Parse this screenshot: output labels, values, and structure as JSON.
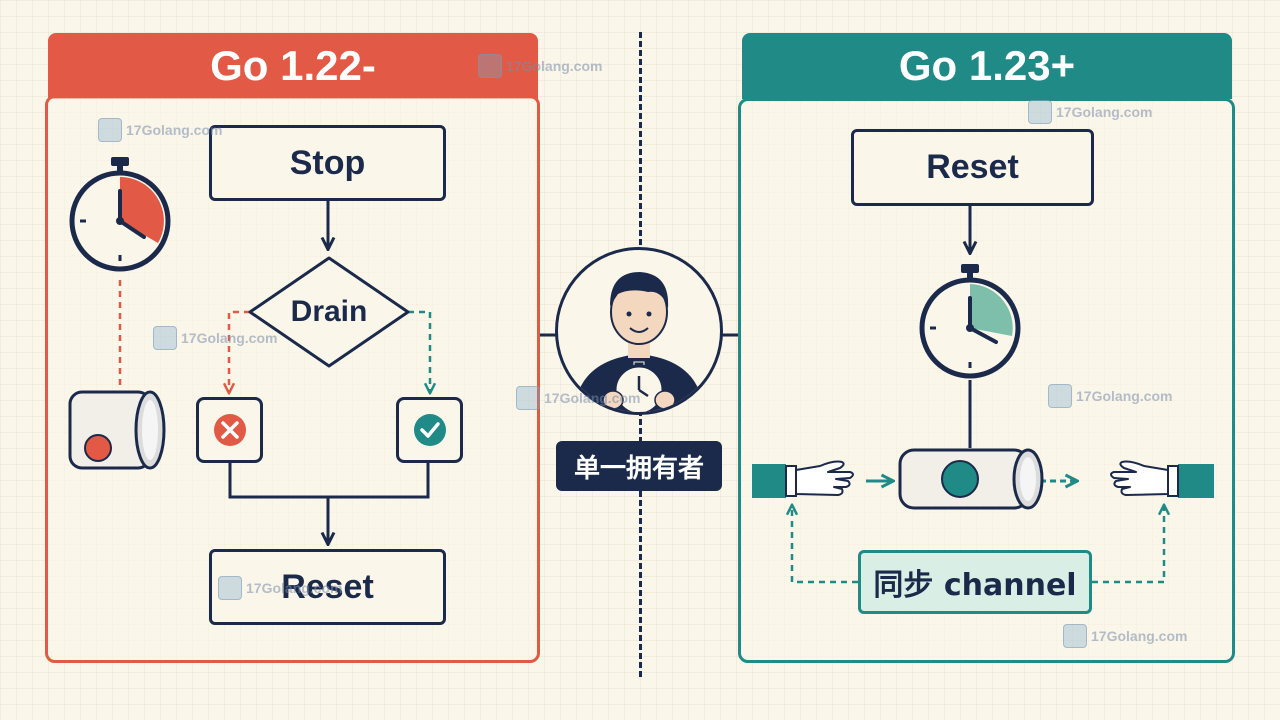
{
  "left": {
    "title": "Go 1.22-",
    "stop_label": "Stop",
    "drain_label": "Drain",
    "reset_label": "Reset"
  },
  "right": {
    "title": "Go 1.23+",
    "reset_label": "Reset",
    "channel_label": "同步 channel"
  },
  "owner_label": "单一拥有者",
  "watermark": "17Golang.com",
  "colors": {
    "red": "#e25a45",
    "teal": "#1f8a86",
    "navy": "#1b2a4a",
    "background": "#fbf6ea"
  },
  "icons": [
    "stopwatch-icon",
    "cross-icon",
    "check-icon",
    "person-icon",
    "hand-icon",
    "pipe-icon"
  ]
}
